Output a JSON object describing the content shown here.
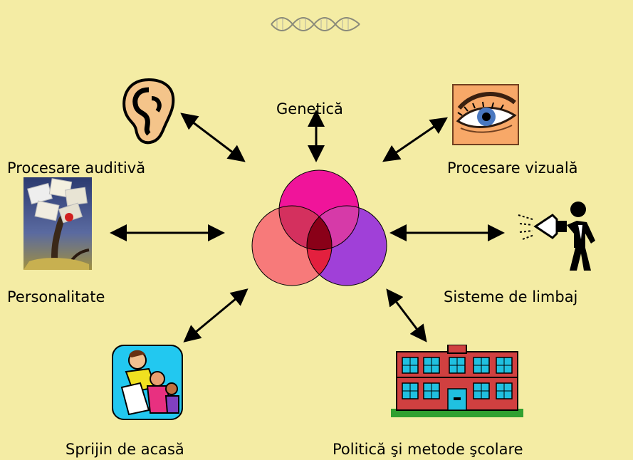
{
  "diagram": {
    "center": "venn-three-circles",
    "labels": {
      "genetics": "Genetică",
      "auditory": "Procesare auditivă",
      "visual": "Procesare vizuală",
      "personality": "Personalitate",
      "language": "Sisteme de limbaj",
      "home": "Sprijin de acasă",
      "school": "Politică şi metode şcolare"
    },
    "icons": {
      "ornament": "dna-ornament-icon",
      "ear": "ear-icon",
      "eye": "eye-icon",
      "tree": "tree-icon",
      "speaker": "megaphone-speaker-icon",
      "family": "family-icon",
      "school": "school-building-icon"
    },
    "colors": {
      "background": "#f4eca4",
      "circle_top": "#f0149a",
      "circle_left": "#f77a7a",
      "circle_right": "#a040d8",
      "center_overlap": "#8a0018",
      "arrows": "#000000"
    }
  }
}
